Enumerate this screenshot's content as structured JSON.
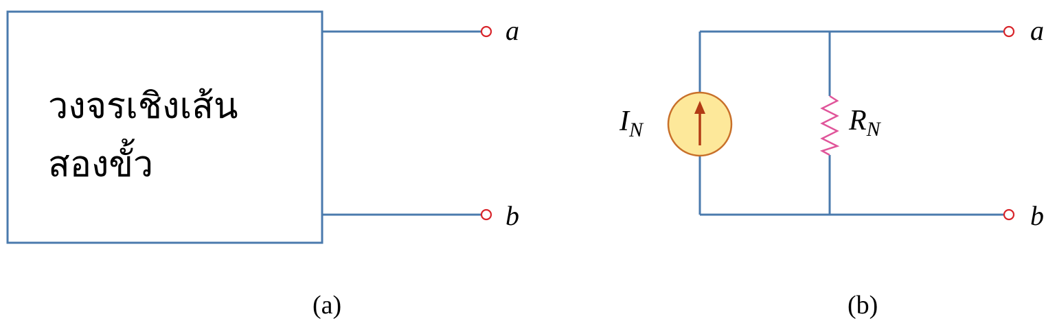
{
  "panel_a": {
    "box_text_line1": "วงจรเชิงเส้น",
    "box_text_line2": "สองขั้ว",
    "terminal_a": "a",
    "terminal_b": "b",
    "caption": "(a)"
  },
  "panel_b": {
    "source_label": "I",
    "source_sub": "N",
    "resistor_label": "R",
    "resistor_sub": "N",
    "terminal_a": "a",
    "terminal_b": "b",
    "caption": "(b)"
  },
  "colors": {
    "wire": "#4a7aad",
    "terminal": "#d8242a",
    "source_fill": "#fde89a",
    "source_stroke": "#c8702a",
    "arrow": "#b23a14",
    "resistor": "#e0559a"
  }
}
